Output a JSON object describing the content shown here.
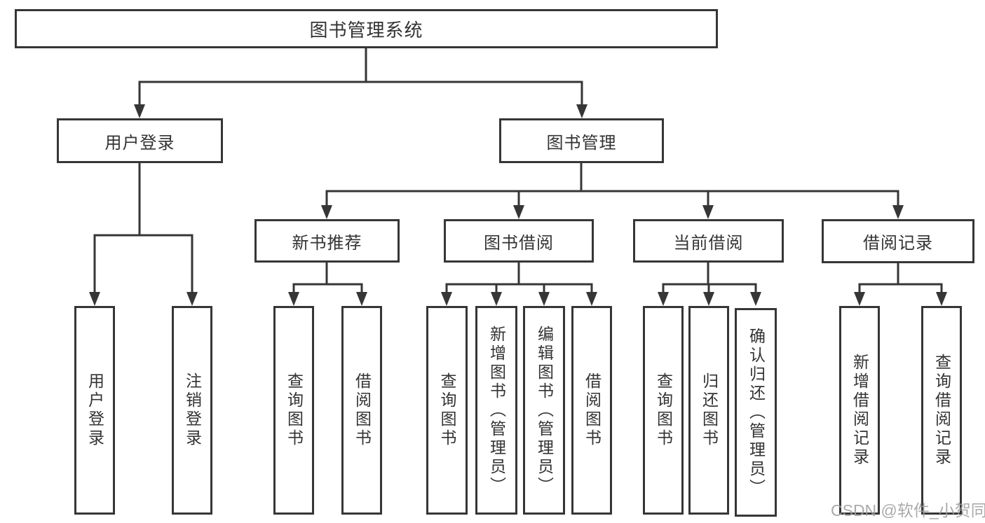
{
  "tree": {
    "label": "图书管理系统",
    "children": [
      {
        "label": "用户登录",
        "children": [
          {
            "label": "用户登录"
          },
          {
            "label": "注销登录"
          }
        ]
      },
      {
        "label": "图书管理",
        "children": [
          {
            "label": "新书推荐",
            "children": [
              {
                "label": "查询图书"
              },
              {
                "label": "借阅图书"
              }
            ]
          },
          {
            "label": "图书借阅",
            "children": [
              {
                "label": "查询图书"
              },
              {
                "label": "新增图书（管理员）"
              },
              {
                "label": "编辑图书（管理员）"
              },
              {
                "label": "借阅图书"
              }
            ]
          },
          {
            "label": "当前借阅",
            "children": [
              {
                "label": "查询图书"
              },
              {
                "label": "归还图书"
              },
              {
                "label": "确认归还（管理员）"
              }
            ]
          },
          {
            "label": "借阅记录",
            "children": [
              {
                "label": "新增借阅记录"
              },
              {
                "label": "查询借阅记录"
              }
            ]
          }
        ]
      }
    ]
  },
  "watermark": "CSDN @软件_小贺同学",
  "colors": {
    "line": "#363636",
    "text": "#333333",
    "background": "#ffffff"
  }
}
